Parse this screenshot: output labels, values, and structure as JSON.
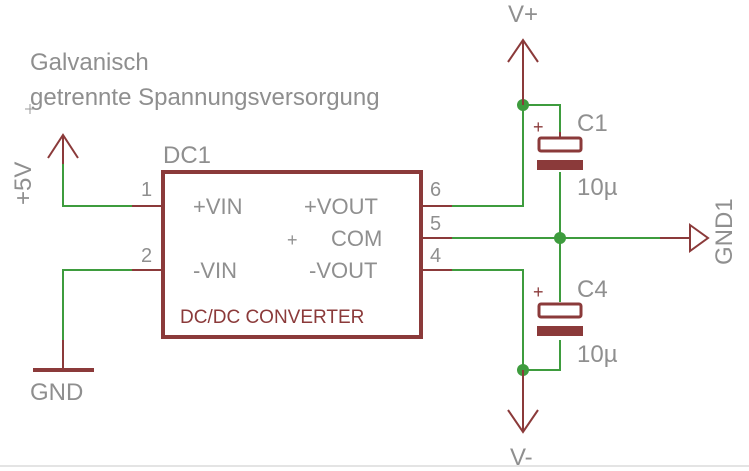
{
  "title_line1": "Galvanisch",
  "title_line2": "getrennte Spannungsversorgung",
  "supply_plus5v": "+5V",
  "gnd_left": "GND",
  "gnd_right": "GND1",
  "vplus": "V+",
  "vminus": "V-",
  "dc1": {
    "name": "DC1",
    "pin1_num": "1",
    "pin2_num": "2",
    "pin4_num": "4",
    "pin5_num": "5",
    "pin6_num": "6",
    "pin_vin_plus": "+VIN",
    "pin_vin_minus": "-VIN",
    "pin_vout_plus": "+VOUT",
    "pin_com": "COM",
    "pin_vout_minus": "-VOUT",
    "value": "DC/DC CONVERTER",
    "origin_mark": "+"
  },
  "c1": {
    "name": "C1",
    "value": "10µ",
    "polarity": "+"
  },
  "c4": {
    "name": "C4",
    "value": "10µ",
    "polarity": "+"
  },
  "colors": {
    "wire": "#3e9c3e",
    "part": "#8b3a3a",
    "text": "#8f8f8f"
  }
}
